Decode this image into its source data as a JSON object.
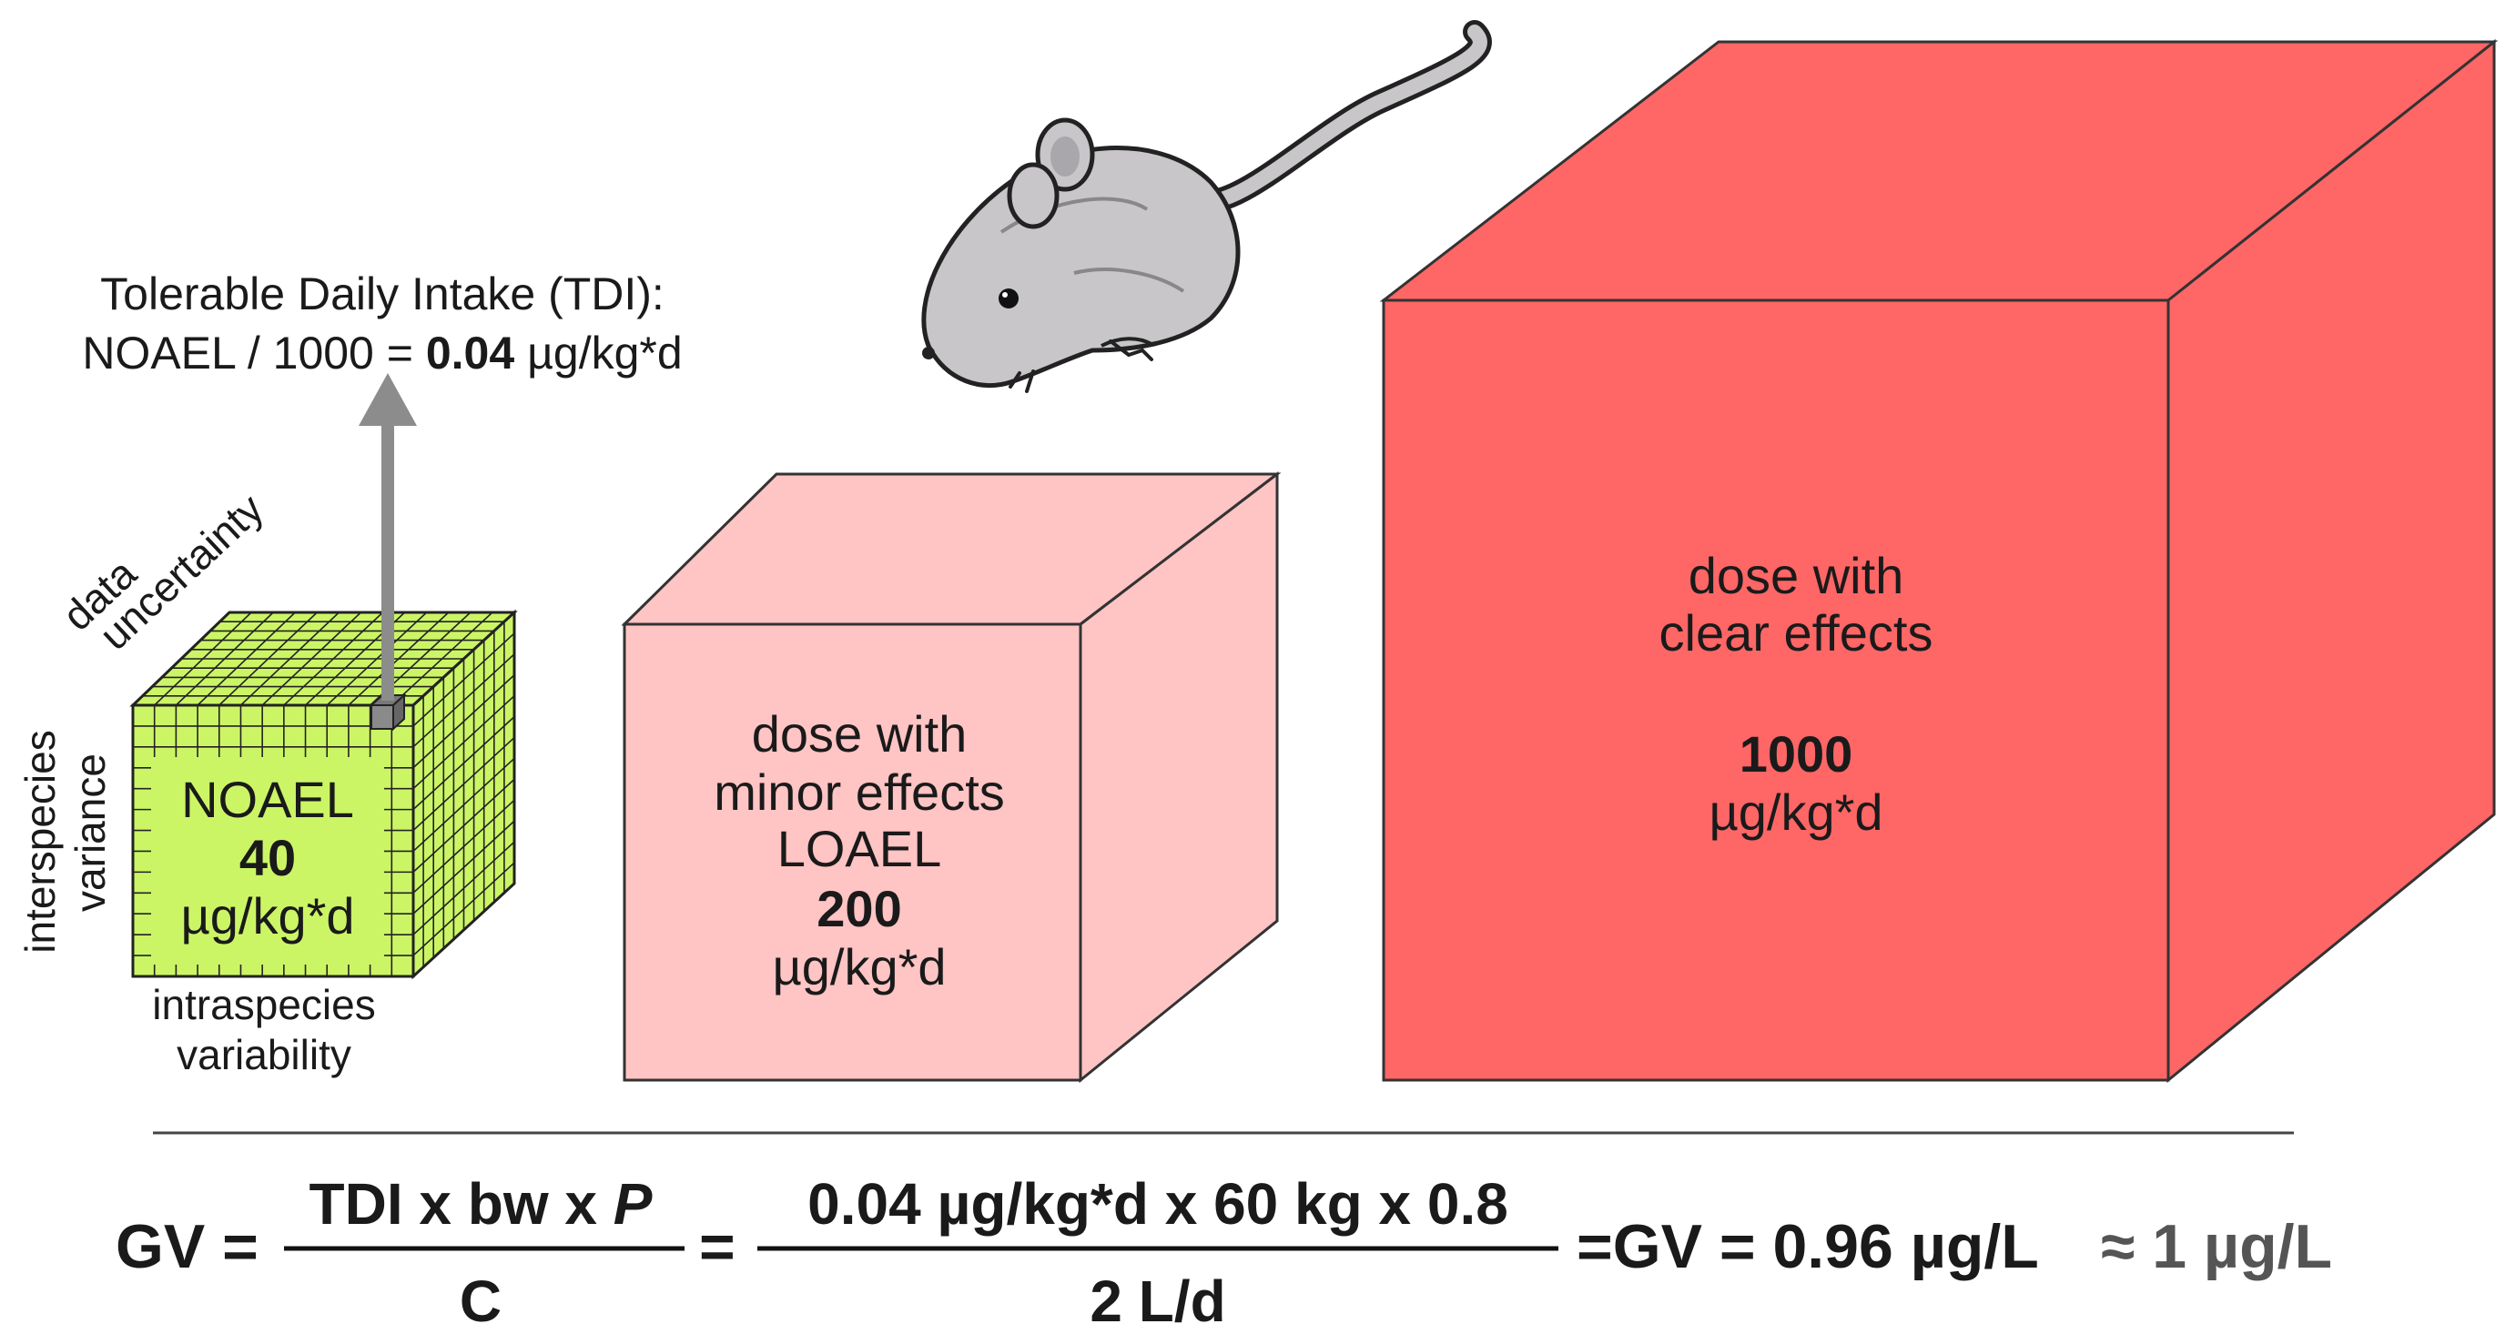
{
  "tdi": {
    "line1": "Tolerable Daily Intake (TDI):",
    "line2_prefix": "NOAEL / 1000 = ",
    "line2_value": "0.04",
    "line2_unit": " µg/kg*d"
  },
  "noael_cube": {
    "label": "NOAEL",
    "value": "40",
    "unit": "µg/kg*d",
    "top_axis_1": "data",
    "top_axis_2": "uncertainty",
    "side_axis_1": "interspecies",
    "side_axis_2": "variance",
    "bottom_axis_1": "intraspecies",
    "bottom_axis_2": "variability"
  },
  "loael_cube": {
    "line1": "dose with",
    "line2": "minor effects",
    "line3": "LOAEL",
    "value": "200",
    "unit": "µg/kg*d"
  },
  "effect_cube": {
    "line1": "dose with",
    "line2": "clear effects",
    "value": "1000",
    "unit": "µg/kg*d"
  },
  "formula": {
    "lhs": "GV =",
    "num1_a": "TDI x bw x ",
    "num1_b": "P",
    "den1": "C",
    "eq2": "=",
    "num2": "0.04 µg/kg*d x 60 kg x 0.8",
    "den2": "2 L/d",
    "result": "=GV = 0.96 µg/L",
    "approx": "≈ 1 µg/L"
  },
  "colors": {
    "noael": "#ccf566",
    "loael": "#ffc4c4",
    "effect": "#ff6666",
    "arrow": "#8c8c8c",
    "mouse": "#c8c6c9"
  }
}
